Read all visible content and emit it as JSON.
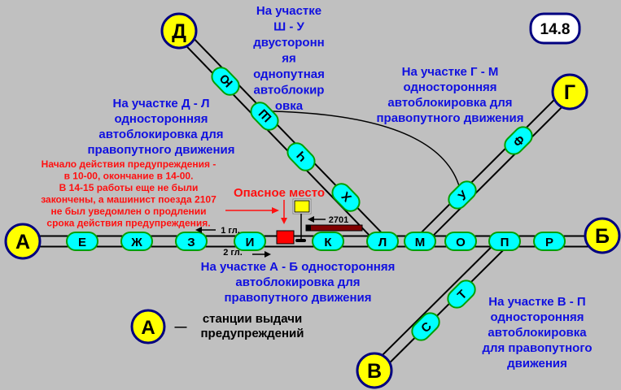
{
  "badge": "14.8",
  "stations": {
    "A": "А",
    "B": "Б",
    "V": "В",
    "G": "Г",
    "D": "Д"
  },
  "main_nodes": [
    "Е",
    "Ж",
    "З",
    "И",
    "К",
    "Л",
    "М",
    "О",
    "П",
    "Р"
  ],
  "dl_nodes": [
    "Ю",
    "Ш",
    "Ч",
    "Х"
  ],
  "gm_nodes": [
    "Ф",
    "У"
  ],
  "vp_nodes": [
    "Т",
    "С"
  ],
  "notes": {
    "shu": [
      "На участке",
      "Ш - У",
      "двусторонн",
      "яя",
      "однопутная",
      "автоблокир",
      "овка"
    ],
    "dl": [
      "На участке Д - Л",
      "односторонняя",
      "автоблокировка для",
      "правопутного движения"
    ],
    "gm": [
      "На участке Г - М",
      "односторонняя",
      "автоблокировка для",
      "правопутного движения"
    ],
    "ab": [
      "На участке А - Б односторонняя",
      "автоблокировка для",
      "правопутного движения"
    ],
    "vp": [
      "На участке В - П",
      "односторонняя",
      "автоблокировка",
      "для правопутного",
      "движения"
    ],
    "warning": [
      "Начало действия предупреждения -",
      "в 10-00, окончание в 14-00.",
      "В 14-15 работы еще не были",
      "закончены, а машинист поезда 2107",
      "не был уведомлен о продлении",
      "срока действия предупреждения."
    ]
  },
  "danger_label": "Опасное место",
  "train_number": "2701",
  "track1": "1 гл.",
  "track2": "2 гл.",
  "legend": {
    "station": "А",
    "dash": "—",
    "text": [
      "станции выдачи",
      "предупреждений"
    ]
  },
  "colors": {
    "node": "#00ffff",
    "node_border": "#00a000",
    "station": "#ffff00",
    "station_border": "#000080",
    "text": "#1010e0",
    "warning": "#ff1010"
  }
}
